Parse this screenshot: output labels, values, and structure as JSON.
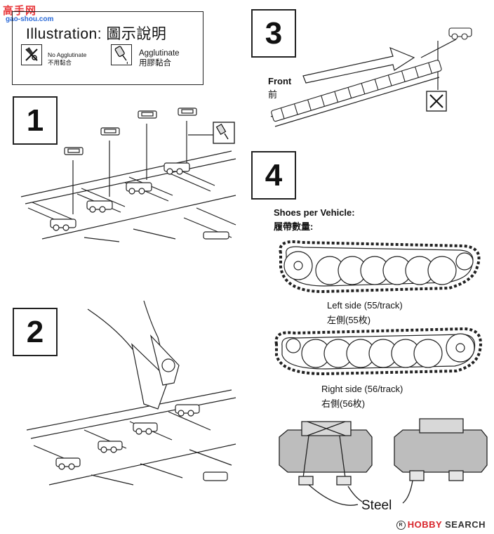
{
  "watermark": {
    "logo": "高手网",
    "site": "gao-shou.com"
  },
  "legend": {
    "title": "Illustration:  圖示說明",
    "no_agglutinate_en": "No Agglutinate",
    "no_agglutinate_zh": "不用黏合",
    "agglutinate_en": "Agglutinate",
    "agglutinate_zh": "用膠黏合",
    "icons": [
      "no-glue-icon",
      "glue-bottle-icon"
    ]
  },
  "steps": [
    {
      "number": "1"
    },
    {
      "number": "2"
    },
    {
      "number": "3",
      "front_en": "Front",
      "front_zh": "前"
    },
    {
      "number": "4",
      "shoes_en": "Shoes per Vehicle:",
      "shoes_zh": "履帶數量:",
      "left_en": "Left side  (55/track)",
      "left_zh": "左側(55枚)",
      "right_en": "Right side  (56/track)",
      "right_zh": "右側(56枚)",
      "steel": "Steel"
    }
  ],
  "footer": {
    "brand": "HOBBY",
    "rest": " SEARCH",
    "mark": "R"
  }
}
